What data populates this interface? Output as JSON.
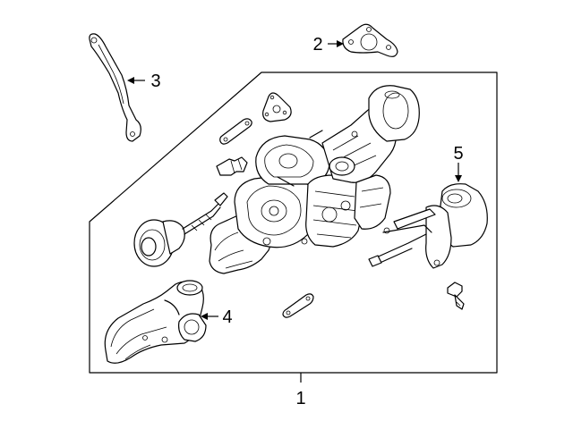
{
  "diagram": {
    "callouts": [
      {
        "id": "1",
        "label": "1"
      },
      {
        "id": "2",
        "label": "2"
      },
      {
        "id": "3",
        "label": "3"
      },
      {
        "id": "4",
        "label": "4"
      },
      {
        "id": "5",
        "label": "5"
      }
    ]
  },
  "colors": {
    "line": "#000000",
    "background": "#ffffff"
  }
}
